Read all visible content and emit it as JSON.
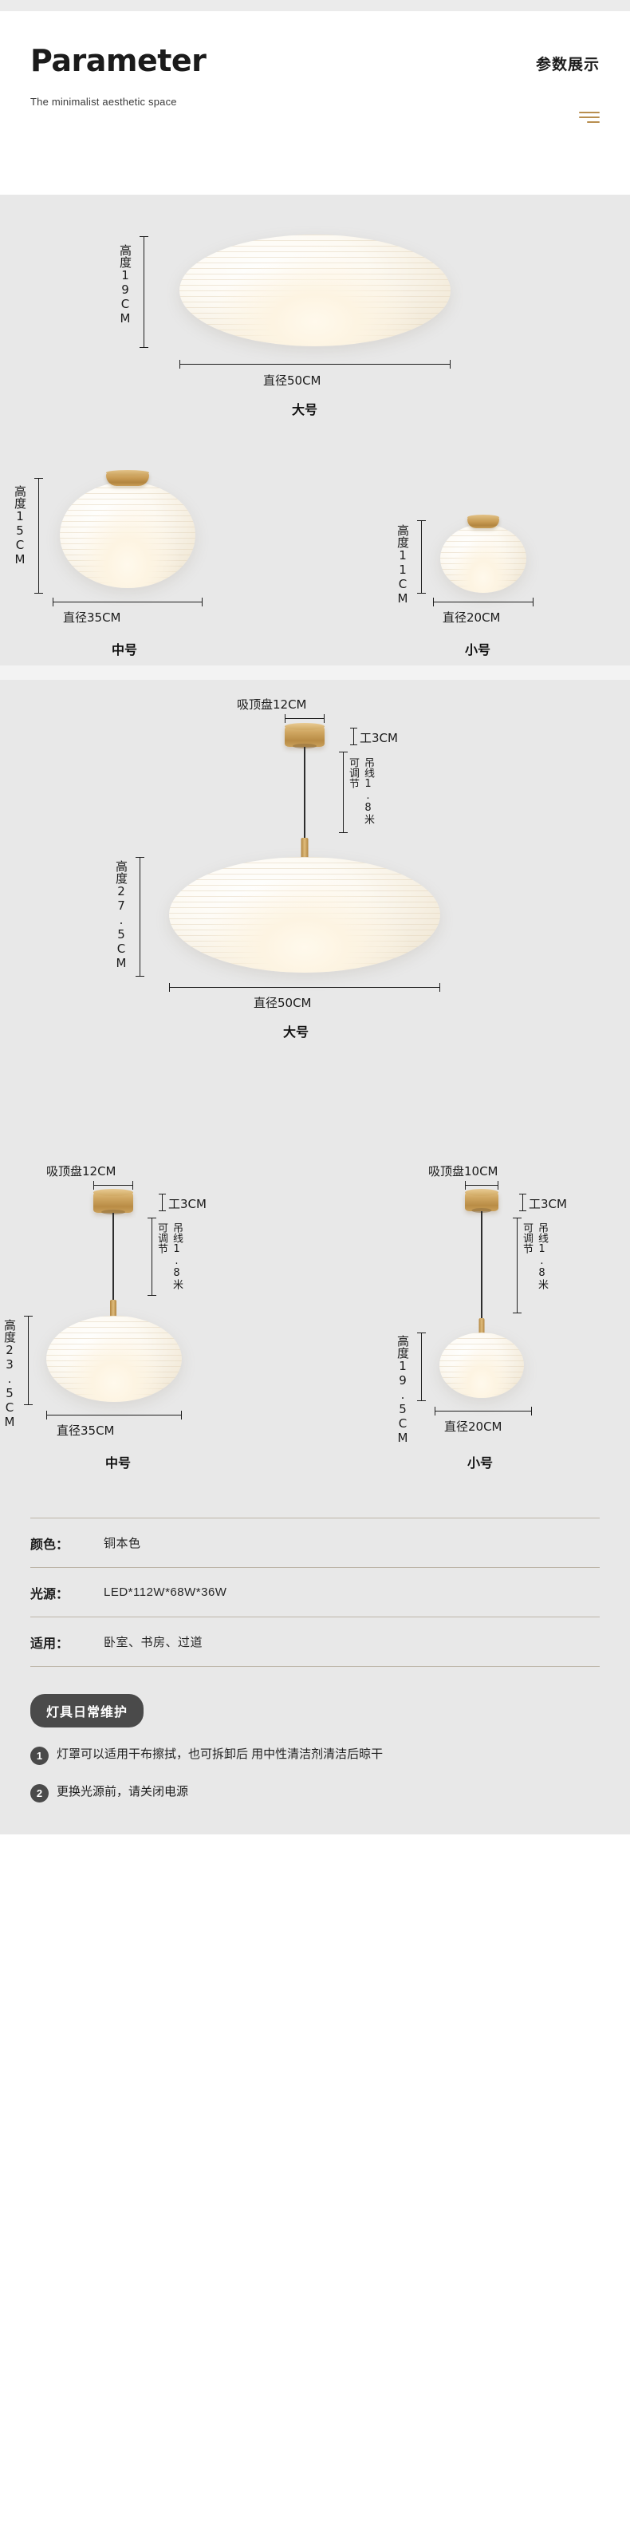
{
  "header": {
    "brand": "Parameter",
    "subtitle": "The minimalist aesthetic space",
    "cn_title": "参数展示",
    "menu_icon": "hamburger-icon"
  },
  "ceiling_section": {
    "large": {
      "height_label": "高度19CM",
      "diameter_label": "直径50CM",
      "size_name": "大号"
    },
    "medium": {
      "height_label": "高度15CM",
      "diameter_label": "直径35CM",
      "size_name": "中号"
    },
    "small": {
      "height_label": "高度11CM",
      "diameter_label": "直径20CM",
      "size_name": "小号"
    }
  },
  "pendant_section": {
    "large": {
      "plate_label": "吸顶盘12CM",
      "plate_thickness": "工3CM",
      "cord_label": "吊线1.8米",
      "adjustable_label": "可调节",
      "height_label": "高度27.5CM",
      "diameter_label": "直径50CM",
      "size_name": "大号"
    },
    "medium": {
      "plate_label": "吸顶盘12CM",
      "plate_thickness": "工3CM",
      "cord_label": "吊线1.8米",
      "adjustable_label": "可调节",
      "height_label": "高度23.5CM",
      "diameter_label": "直径35CM",
      "size_name": "中号"
    },
    "small": {
      "plate_label": "吸顶盘10CM",
      "plate_thickness": "工3CM",
      "cord_label": "吊线1.8米",
      "adjustable_label": "可调节",
      "height_label": "高度19.5CM",
      "diameter_label": "直径20CM",
      "size_name": "小号"
    }
  },
  "specs": [
    {
      "key": "颜色：",
      "value": "铜本色"
    },
    {
      "key": "光源：",
      "value": "LED*112W*68W*36W"
    },
    {
      "key": "适用：",
      "value": "卧室、书房、过道"
    }
  ],
  "maintenance": {
    "badge": "灯具日常维护",
    "items": [
      {
        "num": "1",
        "text": "灯罩可以适用干布擦拭，也可拆卸后 用中性清洁剂清洁后晾干"
      },
      {
        "num": "2",
        "text": "更换光源前，请关闭电源"
      }
    ]
  },
  "colors": {
    "accent_gold": "#b88e4f",
    "section_bg": "#e8e8e8",
    "badge_bg": "#4a4a4a"
  }
}
